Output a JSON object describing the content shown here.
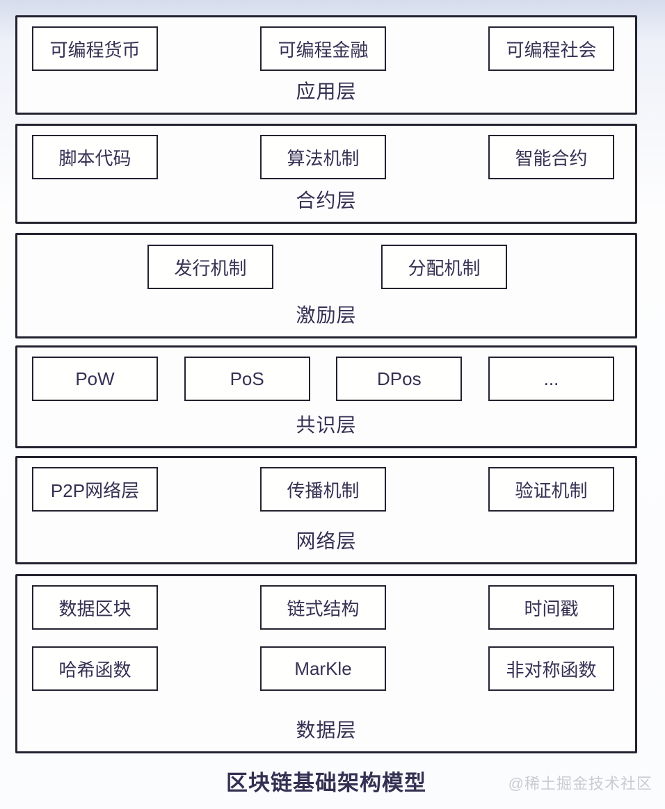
{
  "colors": {
    "page_background_top": "#d5dcec",
    "page_background_bottom": "#fbfcfe",
    "layer_background": "#fdfdfe",
    "border": "#232230",
    "text": "#363153",
    "watermark_text": "#c9ccd3"
  },
  "layers": [
    {
      "id": "application",
      "label": "应用层",
      "rows": [
        {
          "items": [
            "可编程货币",
            "可编程金融",
            "可编程社会"
          ]
        }
      ]
    },
    {
      "id": "contract",
      "label": "合约层",
      "rows": [
        {
          "items": [
            "脚本代码",
            "算法机制",
            "智能合约"
          ]
        }
      ]
    },
    {
      "id": "incentive",
      "label": "激励层",
      "rows": [
        {
          "items": [
            "发行机制",
            "分配机制"
          ]
        }
      ]
    },
    {
      "id": "consensus",
      "label": "共识层",
      "rows": [
        {
          "items": [
            "PoW",
            "PoS",
            "DPos",
            "..."
          ]
        }
      ]
    },
    {
      "id": "network",
      "label": "网络层",
      "rows": [
        {
          "items": [
            "P2P网络层",
            "传播机制",
            "验证机制"
          ]
        }
      ]
    },
    {
      "id": "data",
      "label": "数据层",
      "rows": [
        {
          "items": [
            "数据区块",
            "链式结构",
            "时间戳"
          ]
        },
        {
          "items": [
            "哈希函数",
            "MarKle",
            "非对称函数"
          ]
        }
      ]
    }
  ],
  "footer": {
    "title": "区块链基础架构模型",
    "watermark": "@稀土掘金技术社区"
  }
}
